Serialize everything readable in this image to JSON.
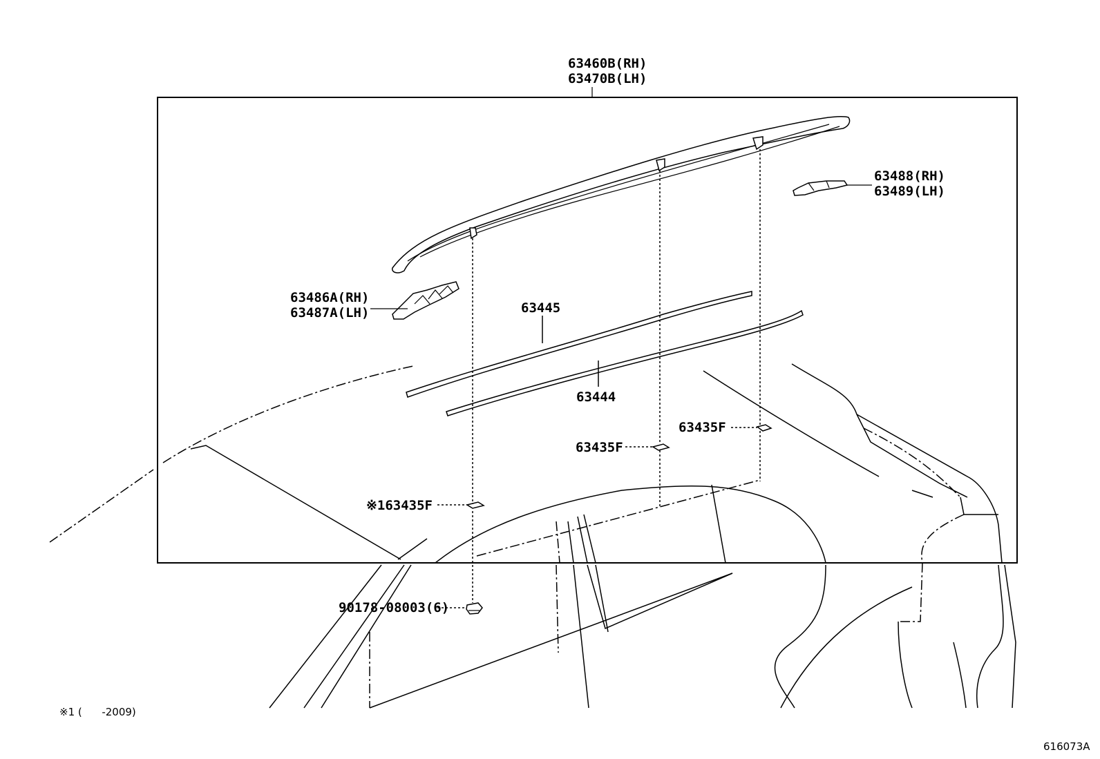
{
  "labels": {
    "roof_rack_rail": [
      "63460B(RH)",
      "63470B(LH)"
    ],
    "front_cover": [
      "63486A(RH)",
      "63487A(LH)"
    ],
    "rear_cover": [
      "63488(RH)",
      "63489(LH)"
    ],
    "rail_gasket": "63445",
    "rail_molding": "63444",
    "spacer_rear": "63435F",
    "spacer_center": "63435F",
    "spacer_front": "※163435F",
    "nut": "90178-08003(6)",
    "footnote": "※1 (      -2009)",
    "illustration_code": "616073A"
  }
}
